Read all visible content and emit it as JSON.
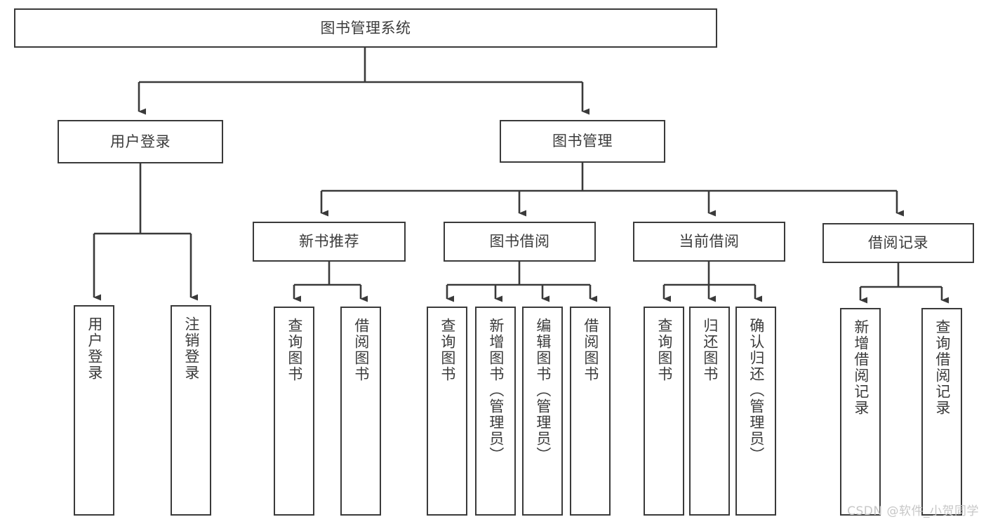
{
  "diagram": {
    "title": "图书管理系统",
    "type": "tree",
    "watermark": "CSDN @软件_小贺同学",
    "colors": {
      "node_border": "#3a3a3a",
      "node_fill": "#ffffff",
      "text": "#3b3b3b",
      "connector": "#3a3a3a",
      "watermark": "#c7c7c7",
      "background": "#ffffff"
    },
    "root": {
      "label": "图书管理系统"
    },
    "level2": [
      {
        "label": "用户登录"
      },
      {
        "label": "图书管理"
      }
    ],
    "level3": [
      {
        "label": "新书推荐"
      },
      {
        "label": "图书借阅"
      },
      {
        "label": "当前借阅"
      },
      {
        "label": "借阅记录"
      }
    ],
    "leaves": {
      "user_login": [
        {
          "label": "用户登录"
        },
        {
          "label": "注销登录"
        }
      ],
      "new_book_recommend": [
        {
          "label": "查询图书"
        },
        {
          "label": "借阅图书"
        }
      ],
      "book_borrow": [
        {
          "label": "查询图书"
        },
        {
          "label": "新增图书（管理员）"
        },
        {
          "label": "编辑图书（管理员）"
        },
        {
          "label": "借阅图书"
        }
      ],
      "current_borrow": [
        {
          "label": "查询图书"
        },
        {
          "label": "归还图书"
        },
        {
          "label": "确认归还（管理员）"
        }
      ],
      "borrow_record": [
        {
          "label": "新增借阅记录"
        },
        {
          "label": "查询借阅记录"
        }
      ]
    }
  }
}
